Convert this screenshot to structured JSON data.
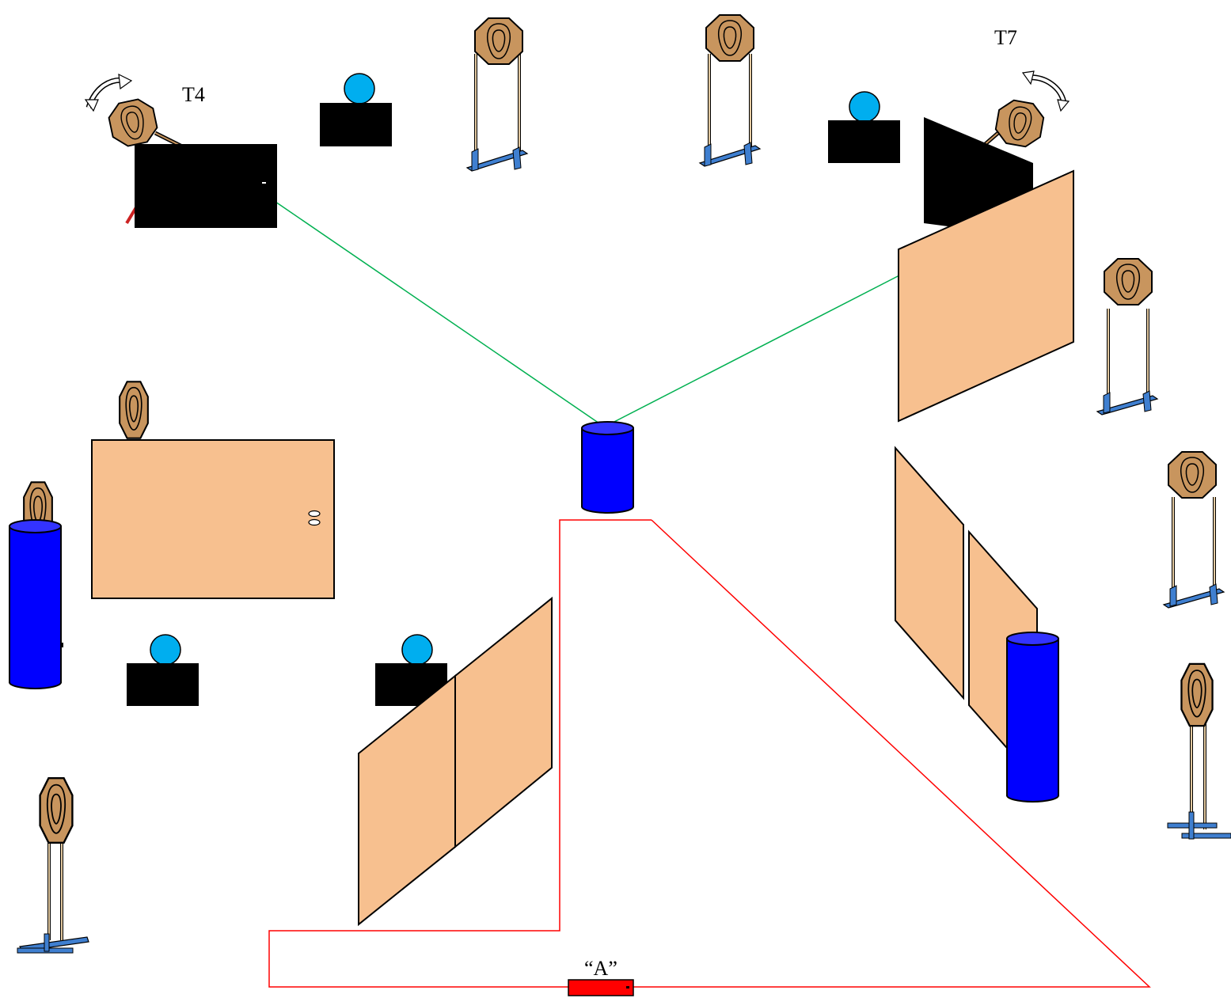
{
  "labels": {
    "t4": "T4",
    "t7": "T7",
    "start_box": "“A”"
  },
  "colors": {
    "target_fill": "#C8955E",
    "target_stroke": "#000000",
    "stand_pole": "#E3C9A0",
    "stand_base": "#3F7FD0",
    "barrel_blue": "#0000FF",
    "barrel_top": "#3333FF",
    "wall_fill": "#F7C08F",
    "popper_blue": "#00AEEF",
    "black_box": "#000000",
    "green_line": "#00B050",
    "red_line": "#FF0000",
    "start_box": "#FF0000"
  },
  "icons": {
    "swing_arrow_t4": "swing-arrow-icon",
    "swing_arrow_t7": "swing-arrow-icon"
  }
}
